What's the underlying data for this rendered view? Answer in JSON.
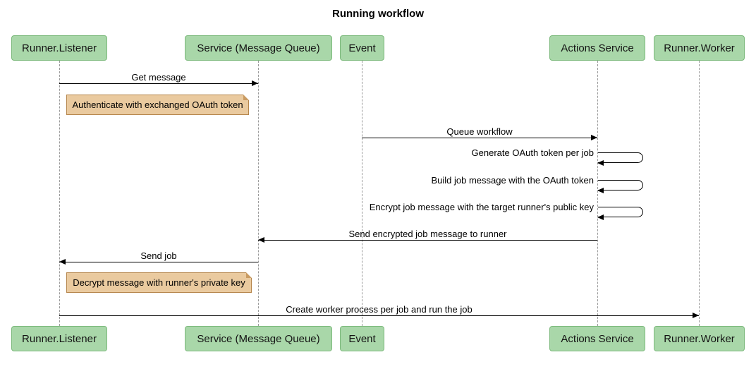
{
  "title": "Running workflow",
  "participants": [
    {
      "label": "Runner.Listener"
    },
    {
      "label": "Service (Message Queue)"
    },
    {
      "label": "Event"
    },
    {
      "label": "Actions Service"
    },
    {
      "label": "Runner.Worker"
    }
  ],
  "messages": [
    {
      "label": "Get message",
      "from": "Runner.Listener",
      "to": "Service (Message Queue)",
      "type": "solid-arrow"
    },
    {
      "label": "Queue workflow",
      "from": "Event",
      "to": "Actions Service",
      "type": "solid-arrow"
    },
    {
      "label": "Generate OAuth token per job",
      "from": "Actions Service",
      "to": "Actions Service",
      "type": "self-loop"
    },
    {
      "label": "Build job message with the OAuth token",
      "from": "Actions Service",
      "to": "Actions Service",
      "type": "self-loop"
    },
    {
      "label": "Encrypt job message with the target runner's public key",
      "from": "Actions Service",
      "to": "Actions Service",
      "type": "self-loop"
    },
    {
      "label": "Send encrypted job message to runner",
      "from": "Actions Service",
      "to": "Service (Message Queue)",
      "type": "solid-arrow"
    },
    {
      "label": "Send job",
      "from": "Service (Message Queue)",
      "to": "Runner.Listener",
      "type": "solid-arrow"
    },
    {
      "label": "Create worker process per job and run the job",
      "from": "Runner.Listener",
      "to": "Runner.Worker",
      "type": "solid-arrow"
    }
  ],
  "notes": [
    {
      "text": "Authenticate with exchanged OAuth token",
      "over": "Runner.Listener"
    },
    {
      "text": "Decrypt message with runner's private key",
      "over": "Runner.Listener"
    }
  ],
  "colors": {
    "participant_fill": "#A9D7A9",
    "participant_border": "#7CB97C",
    "note_fill": "#EACA9F",
    "note_border": "#B5854B",
    "lifeline": "#9A9A9A",
    "arrow": "#000000"
  }
}
